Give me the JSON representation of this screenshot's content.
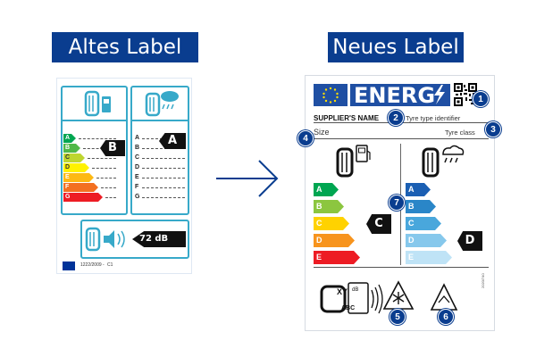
{
  "headers": {
    "old": "Altes Label",
    "new": "Neues Label"
  },
  "old_label": {
    "grades": [
      "A",
      "B",
      "C",
      "D",
      "E",
      "F",
      "G"
    ],
    "grade_colors": [
      "#00a651",
      "#50b848",
      "#bed630",
      "#fff200",
      "#fdb913",
      "#f37021",
      "#ed1c24"
    ],
    "fuel_class": "B",
    "wet_class": "A",
    "noise_value": "72 dB",
    "regulation": "1222/2009 -",
    "tyre_class": "C1"
  },
  "new_label": {
    "title": "ENERG",
    "supplier": "SUPPLIER'S NAME",
    "type_identifier": "Tyre type identifier",
    "size": "Size",
    "tyre_class": "Tyre class",
    "grades": [
      "A",
      "B",
      "C",
      "D",
      "E"
    ],
    "fuel_colors": [
      "#00a651",
      "#8cc63f",
      "#ffd200",
      "#f7941d",
      "#ed1c24"
    ],
    "wet_colors": [
      "#1b5fb3",
      "#2a86c8",
      "#49a7dc",
      "#86c8ec",
      "#bfe3f6"
    ],
    "fuel_class": "C",
    "wet_class": "D",
    "noise_letters": "XY",
    "noise_unit": "dB",
    "noise_classes": "ABC",
    "fine_print": "2020/740"
  },
  "callouts": [
    "1",
    "2",
    "3",
    "4",
    "5",
    "6",
    "7"
  ],
  "colors": {
    "header_bg": "#0a3d8f",
    "arrow": "#0a3d8f",
    "teal": "#37a9c9"
  }
}
